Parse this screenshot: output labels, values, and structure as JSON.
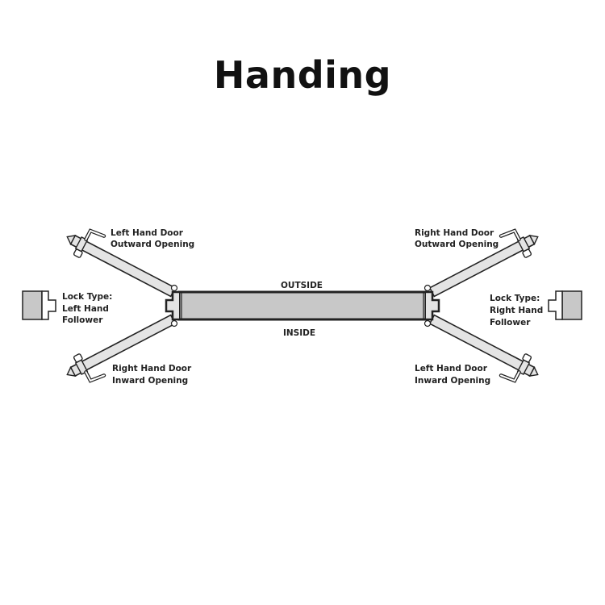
{
  "title": "Handing",
  "wall": {
    "outside": "OUTSIDE",
    "inside": "INSIDE"
  },
  "labels": {
    "left_outward": [
      "Left Hand Door",
      "Outward Opening"
    ],
    "right_inward": [
      "Right Hand Door",
      "Inward Opening"
    ],
    "right_outward": [
      "Right Hand Door",
      "Outward Opening"
    ],
    "left_inward": [
      "Left Hand Door",
      "Inward Opening"
    ],
    "lock_left": [
      "Lock Type:",
      "Left Hand",
      "Follower"
    ],
    "lock_right": [
      "Lock Type:",
      "Right Hand",
      "Follower"
    ]
  },
  "colors": {
    "wall": "#c8c8c8",
    "door": "#e4e4e4",
    "stroke": "#222222"
  }
}
